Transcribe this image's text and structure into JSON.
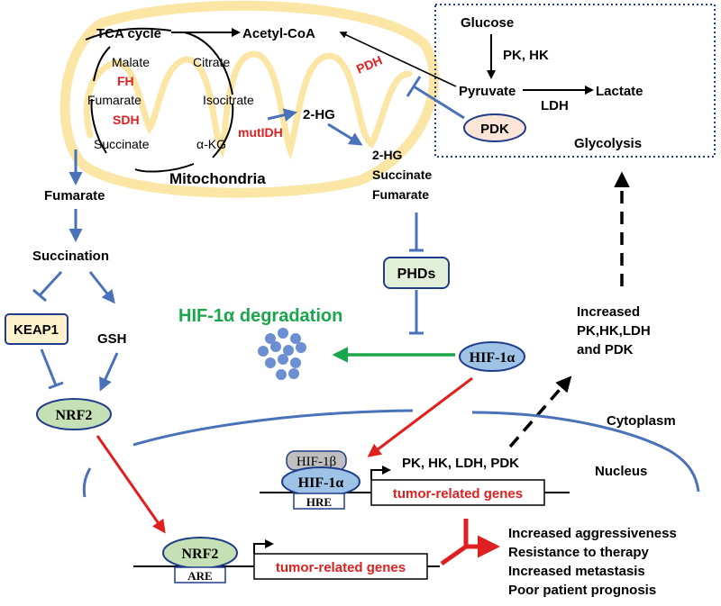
{
  "mitochondria": {
    "tca_cycle": "TCA cycle",
    "acetyl_coa": "Acetyl-CoA",
    "malate": "Malate",
    "citrate": "Citrate",
    "fh": "FH",
    "fumarate": "Fumarate",
    "isocitrate": "Isocitrate",
    "sdh": "SDH",
    "succinate": "Succinate",
    "akg": "α-KG",
    "mutidh": "mutIDH",
    "label": "Mitochondria",
    "two_hg": "2-HG"
  },
  "glycolysis": {
    "glucose": "Glucose",
    "pk_hk": "PK, HK",
    "pyruvate": "Pyruvate",
    "ldh": "LDH",
    "lactate": "Lactate",
    "pdh": "PDH",
    "pdk": "PDK",
    "label": "Glycolysis"
  },
  "oncometabolites": [
    "2-HG",
    "Succinate",
    "Fumarate"
  ],
  "left": {
    "fumarate": "Fumarate",
    "succination": "Succination",
    "keap1": "KEAP1",
    "gsh": "GSH",
    "nrf2": "NRF2"
  },
  "hif": {
    "phds": "PHDs",
    "degradation": "HIF-1α degradation",
    "hif1a": "HIF-1α",
    "increased": [
      "Increased",
      "PK,HK,LDH",
      "and PDK"
    ]
  },
  "compartments": {
    "cytoplasm": "Cytoplasm",
    "nucleus": "Nucleus"
  },
  "nucleus": {
    "hif1b": "HIF-1β",
    "hif1a": "HIF-1α",
    "hre": "HRE",
    "genes_list": "PK, HK, LDH, PDK",
    "tumor_genes_1": "tumor-related genes",
    "nrf2": "NRF2",
    "are": "ARE",
    "tumor_genes_2": "tumor-related genes"
  },
  "outcomes": [
    "Increased aggressiveness",
    "Resistance to therapy",
    "Increased metastasis",
    "Poor patient prognosis"
  ],
  "colors": {
    "blue_arrow": "#4a72b8",
    "red": "#e02020",
    "green": "#1aa64a",
    "mito_outline": "#fbe6a6",
    "node_fill": "#9ec3e6",
    "nrf2_fill": "#c5e0b4",
    "keap1_fill": "#fff2cc",
    "pdk_fill": "#fbe5d6",
    "phds_fill": "#e2f0d9",
    "hif1b_fill": "#bfbfbf"
  }
}
